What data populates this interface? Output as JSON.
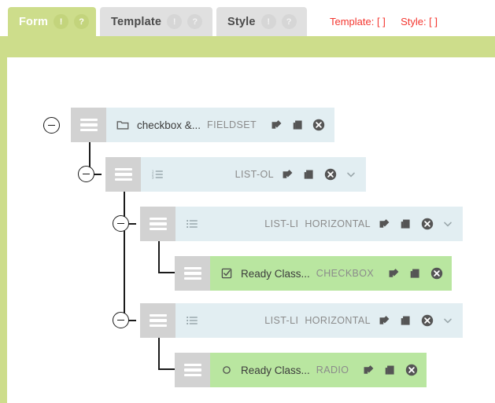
{
  "tabs": [
    {
      "label": "Form",
      "alert_badge": "!",
      "help_badge": "?",
      "active": true
    },
    {
      "label": "Template",
      "alert_badge": "!",
      "help_badge": "?",
      "active": false
    },
    {
      "label": "Style",
      "alert_badge": "!",
      "help_badge": "?",
      "active": false
    }
  ],
  "status": {
    "template_label": "Template: [  ]",
    "style_label": "Style: [  ]",
    "color": "#f4362f"
  },
  "colors": {
    "frame_green": "#cddd8b",
    "row_blue": "#e2eef2",
    "row_green": "#b9e6a0",
    "handle_gray": "#d2d2d2"
  },
  "tree": {
    "nodes": [
      {
        "id": "fieldset",
        "icon": "folder-icon",
        "title": "checkbox &...",
        "type_label": "FIELDSET",
        "row_style": "blue",
        "has_chevron": false,
        "collapse_state": "expanded",
        "actions": [
          "edit-icon",
          "copy-icon",
          "delete-icon"
        ]
      },
      {
        "id": "list-ol",
        "icon": "ordered-list-icon",
        "title": "",
        "type_label": "LIST-OL",
        "row_style": "blue",
        "has_chevron": true,
        "collapse_state": "expanded",
        "actions": [
          "edit-icon",
          "copy-icon",
          "delete-icon"
        ]
      },
      {
        "id": "list-li-1",
        "icon": "bullet-list-icon",
        "title": "",
        "type_label": "LIST-LI",
        "type_label2": "HORIZONTAL",
        "row_style": "blue",
        "has_chevron": true,
        "collapse_state": "expanded",
        "actions": [
          "edit-icon",
          "copy-icon",
          "delete-icon"
        ]
      },
      {
        "id": "checkbox",
        "icon": "checkbox-icon",
        "title": "Ready Class...",
        "type_label": "CHECKBOX",
        "row_style": "green",
        "has_chevron": false,
        "collapse_state": "none",
        "actions": [
          "edit-icon",
          "copy-icon",
          "delete-icon"
        ]
      },
      {
        "id": "list-li-2",
        "icon": "bullet-list-icon",
        "title": "",
        "type_label": "LIST-LI",
        "type_label2": "HORIZONTAL",
        "row_style": "blue",
        "has_chevron": true,
        "collapse_state": "expanded",
        "actions": [
          "edit-icon",
          "copy-icon",
          "delete-icon"
        ]
      },
      {
        "id": "radio",
        "icon": "radio-icon",
        "title": "Ready Class...",
        "type_label": "RADIO",
        "row_style": "green",
        "has_chevron": false,
        "collapse_state": "none",
        "actions": [
          "edit-icon",
          "copy-icon",
          "delete-icon"
        ]
      }
    ]
  }
}
